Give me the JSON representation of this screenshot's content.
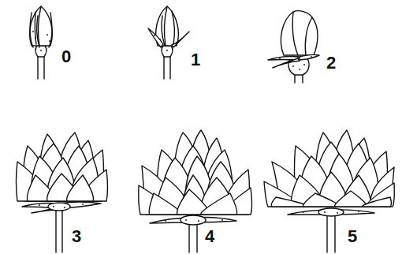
{
  "diagram": {
    "labels": [
      "0",
      "1",
      "2",
      "3",
      "4",
      "5"
    ]
  }
}
